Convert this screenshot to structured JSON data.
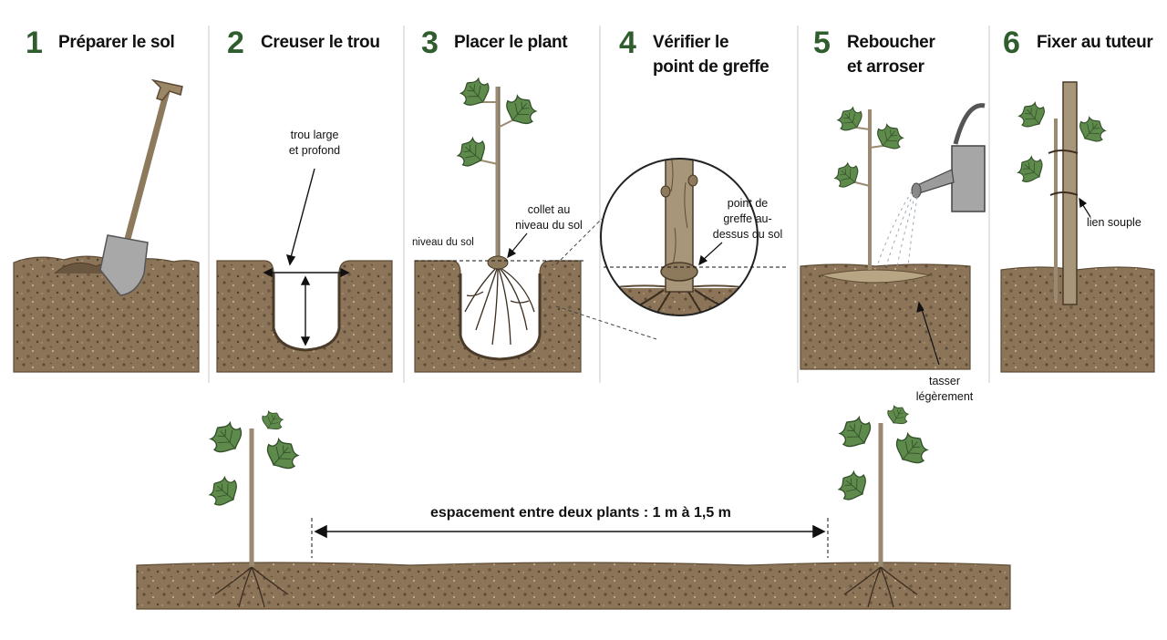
{
  "steps": [
    {
      "number": "1",
      "title": [
        "Préparer le sol"
      ]
    },
    {
      "number": "2",
      "title": [
        "Creuser le trou"
      ]
    },
    {
      "number": "3",
      "title": [
        "Placer le plant"
      ]
    },
    {
      "number": "4",
      "title": [
        "Vérifier le",
        "point de greffe"
      ]
    },
    {
      "number": "5",
      "title": [
        "Reboucher",
        "et arroser"
      ]
    },
    {
      "number": "6",
      "title": [
        "Fixer au tuteur"
      ]
    }
  ],
  "annotations": {
    "hole": [
      "trou large",
      "et profond"
    ],
    "soil_level": "niveau du sol",
    "collar": [
      "collet au",
      "niveau du sol"
    ],
    "graft": [
      "point de",
      "greffe au-",
      "dessus du sol"
    ],
    "tamp": [
      "tasser",
      "légèrement"
    ],
    "tie": "lien souple"
  },
  "spacing_label": "espacement entre deux plants : 1 m à 1,5 m",
  "colors": {
    "step_number": "#2f5d2e",
    "soil": "#8b7458",
    "soil_dark": "#5f4c36",
    "leaf": "#5e8a4b",
    "leaf_dark": "#33502a",
    "stem": "#9a8a72"
  }
}
